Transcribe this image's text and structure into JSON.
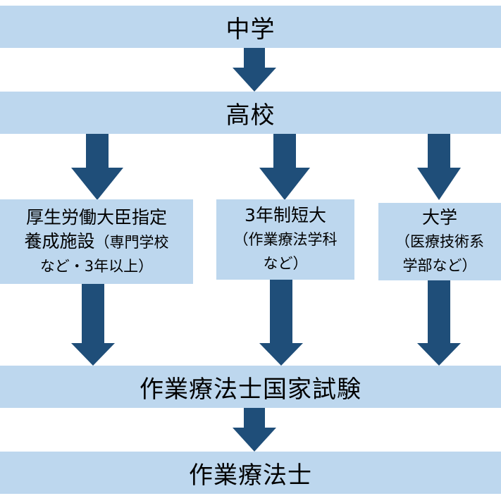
{
  "stages": {
    "junior_high": "中学",
    "high_school": "高校",
    "national_exam": "作業療法士国家試験",
    "occupational_therapist": "作業療法士"
  },
  "paths": {
    "designated_facility": {
      "line1": "厚生労働大臣指定",
      "line2_main": "養成施設",
      "line2_sub": "（専門学校",
      "line3": "など・3年以上）"
    },
    "junior_college": {
      "line1": "3年制短大",
      "line2": "（作業療法学科",
      "line3": "など）"
    },
    "university": {
      "line1": "大学",
      "line2": "（医療技術系",
      "line3": "学部など）"
    }
  },
  "colors": {
    "box_fill": "#bdd7ee",
    "arrow_fill": "#1f4e79"
  }
}
